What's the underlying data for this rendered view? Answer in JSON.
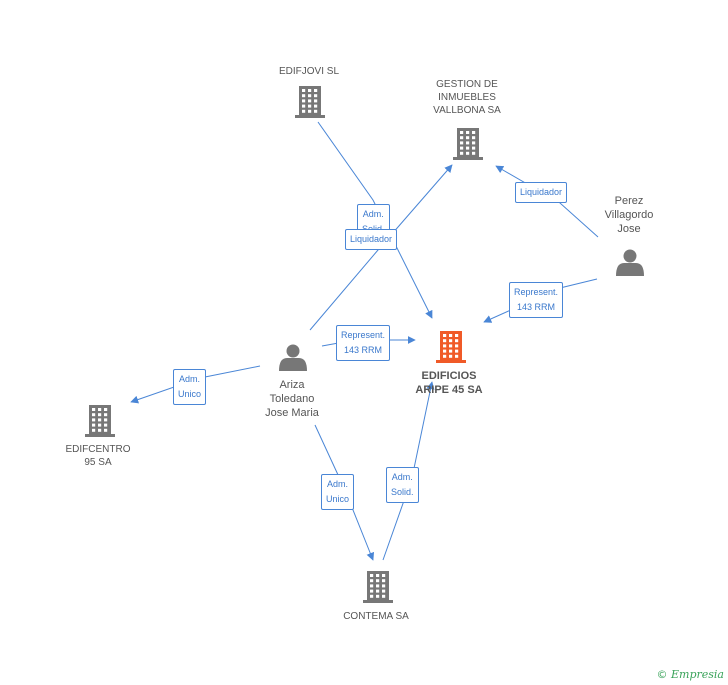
{
  "nodes": [
    {
      "id": "edifjovi",
      "type": "company",
      "label": "EDIFJOVI SL",
      "color": "#777777"
    },
    {
      "id": "gestion",
      "type": "company",
      "label": "GESTION DE\nINMUEBLES\nVALLBONA SA",
      "color": "#777777"
    },
    {
      "id": "perez",
      "type": "person",
      "label": "Perez\nVillagordo\nJose",
      "color": "#777777"
    },
    {
      "id": "edificios",
      "type": "company",
      "label": "EDIFICIOS\nARIPE 45 SA",
      "color": "#f05a28",
      "focus": true
    },
    {
      "id": "ariza",
      "type": "person",
      "label": "Ariza\nToledano\nJose Maria",
      "color": "#777777"
    },
    {
      "id": "edifcentro",
      "type": "company",
      "label": "EDIFCENTRO\n95 SA",
      "color": "#777777"
    },
    {
      "id": "contema",
      "type": "company",
      "label": "CONTEMA SA",
      "color": "#777777"
    }
  ],
  "edges": [
    {
      "id": "e1",
      "label": "Adm.\nSolid.",
      "from": "edifjovi",
      "to": "edificios"
    },
    {
      "id": "e2",
      "label": "Liquidador",
      "from": "ariza",
      "to": "gestion"
    },
    {
      "id": "e3",
      "label": "Liquidador",
      "from": "perez",
      "to": "gestion"
    },
    {
      "id": "e4",
      "label": "Represent.\n143 RRM",
      "from": "perez",
      "to": "edificios"
    },
    {
      "id": "e5",
      "label": "Represent.\n143 RRM",
      "from": "ariza",
      "to": "edificios"
    },
    {
      "id": "e6",
      "label": "Adm.\nUnico",
      "from": "ariza",
      "to": "edifcentro"
    },
    {
      "id": "e7",
      "label": "Adm.\nUnico",
      "from": "ariza",
      "to": "contema"
    },
    {
      "id": "e8",
      "label": "Adm.\nSolid.",
      "from": "contema",
      "to": "edificios"
    }
  ],
  "colors": {
    "edge": "#4a86d6",
    "node": "#777777",
    "focus": "#f05a28"
  },
  "copyright": {
    "symbol": "©",
    "brand": "Empresia"
  }
}
